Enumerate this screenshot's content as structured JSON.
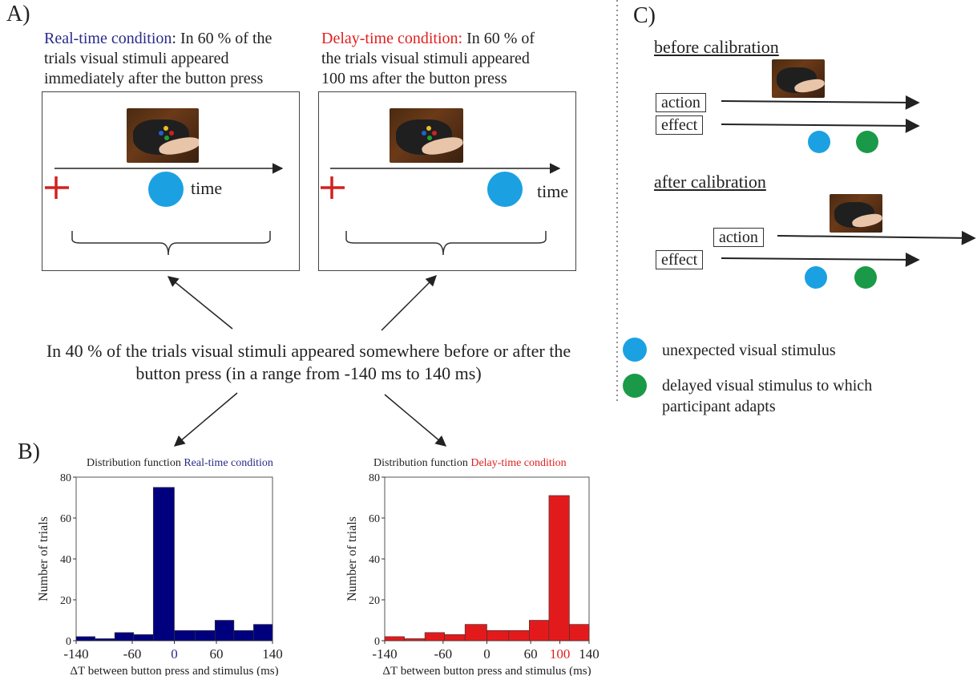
{
  "panel_a": {
    "letter": "A)",
    "real_title": "Real-time condition",
    "real_text_1": ": In 60 % of the",
    "real_text_2": "trials visual stimuli appeared",
    "real_text_3": "immediately after the button press",
    "delay_title": "Delay-time condition:",
    "delay_text_1": " In 60 % of",
    "delay_text_2": "the trials visual stimuli appeared",
    "delay_text_3": "100 ms after the button press",
    "time_label": "time",
    "middle_text_1": "In 40 % of the trials visual stimuli appeared somewhere before or after the",
    "middle_text_2": "button press (in a range from -140 ms to 140 ms)"
  },
  "panel_b": {
    "letter": "B)",
    "left_title_prefix": "Distribution function ",
    "left_title_cond": "Real-time condition",
    "right_title_prefix": "Distribution function ",
    "right_title_cond": "Delay-time condition",
    "ylabel": "Number of trials",
    "xlabel": "ΔT between button press and stimulus (ms)"
  },
  "panel_c": {
    "letter": "C)",
    "before": "before calibration",
    "after": "after calibration",
    "action": "action",
    "effect": "effect",
    "legend_unexpected": "unexpected visual stimulus",
    "legend_delayed_1": "delayed visual stimulus to which",
    "legend_delayed_2": "participant adapts"
  },
  "colors": {
    "blue_stim": "#1ba1e2",
    "green_stim": "#1a9a48",
    "real_bar": "#00007f",
    "delay_bar": "#e31a1c",
    "real_text": "#2a2a8a",
    "delay_text": "#e02020"
  },
  "chart_data": [
    {
      "type": "bar",
      "title": "Distribution function Real-time condition",
      "xlabel": "ΔT between button press and stimulus (ms)",
      "ylabel": "Number of trials",
      "x": [
        -140,
        -120,
        -100,
        -80,
        -60,
        -40,
        -20,
        0,
        20,
        40,
        60,
        80,
        100,
        120,
        140
      ],
      "values": [
        2,
        1,
        4,
        3,
        75,
        5,
        5,
        10,
        5,
        8
      ],
      "bin_edges": [
        -140,
        -113,
        -85,
        -58,
        -30,
        0,
        30,
        58,
        85,
        113,
        140
      ],
      "xticks": [
        "-140",
        "-60",
        "0",
        "60",
        "140"
      ],
      "xtick_values": [
        -140,
        -60,
        0,
        60,
        140
      ],
      "highlight_tick": "0",
      "ylim": [
        0,
        80
      ],
      "yticks": [
        0,
        20,
        40,
        60,
        80
      ]
    },
    {
      "type": "bar",
      "title": "Distribution function Delay-time condition",
      "xlabel": "ΔT between button press and stimulus (ms)",
      "ylabel": "Number of trials",
      "values": [
        2,
        1,
        4,
        3,
        8,
        5,
        5,
        10,
        71,
        8
      ],
      "bin_edges": [
        -140,
        -113,
        -85,
        -58,
        -30,
        0,
        30,
        58,
        85,
        113,
        140
      ],
      "xticks": [
        "-140",
        "-60",
        "0",
        "60",
        "100",
        "140"
      ],
      "xtick_values": [
        -140,
        -60,
        0,
        60,
        100,
        140
      ],
      "highlight_tick": "100",
      "ylim": [
        0,
        80
      ],
      "yticks": [
        0,
        20,
        40,
        60,
        80
      ]
    }
  ]
}
